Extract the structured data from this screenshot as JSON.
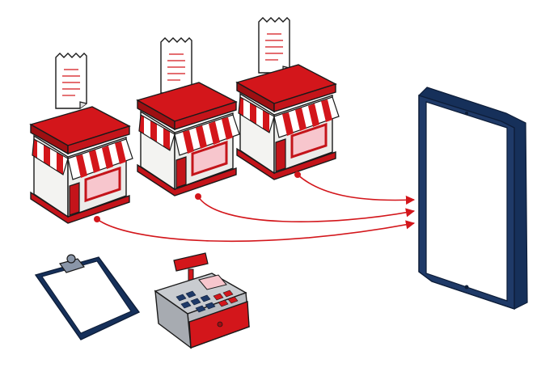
{
  "stores": [
    {
      "id": "store-1"
    },
    {
      "id": "store-2"
    },
    {
      "id": "store-3"
    }
  ],
  "receipts": [
    {
      "id": "receipt-1"
    },
    {
      "id": "receipt-2"
    },
    {
      "id": "receipt-3"
    }
  ],
  "colors": {
    "accent_red": "#d3161b",
    "dark_red": "#9e0f12",
    "navy": "#1f3a68",
    "outline": "#1a1a1a",
    "store_wall": "#f3f3f1",
    "window_pink": "#f7c6cd",
    "register_gray": "#b9bcc1",
    "clipboard_paper": "#ffffff"
  },
  "icons": [
    "receipt-icon",
    "store-icon",
    "tablet-icon",
    "clipboard-icon",
    "cash-register-icon"
  ]
}
